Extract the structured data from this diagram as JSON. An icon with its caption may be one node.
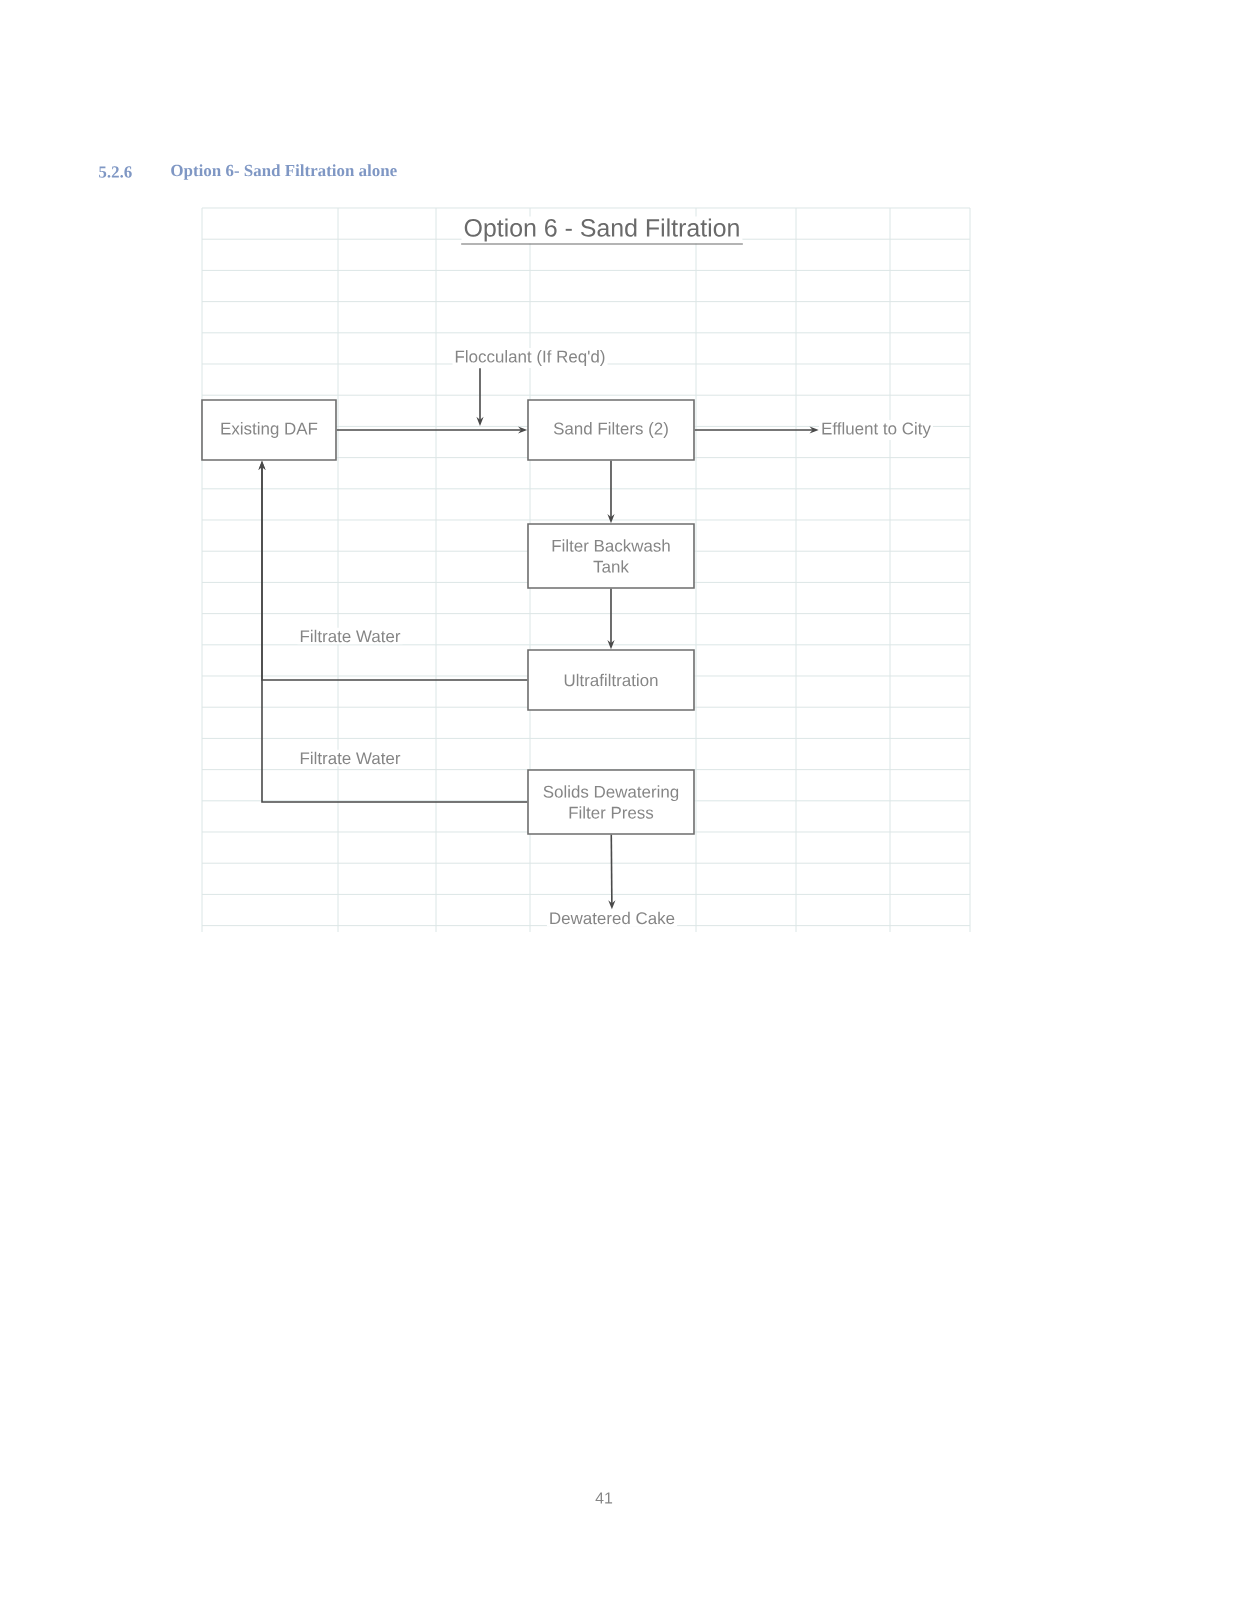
{
  "diagram": {
    "title": "Option 6 - Sand Filtration",
    "nodes": [
      {
        "text": [
          "Existing DAF"
        ]
      },
      {
        "text": [
          "Sand Filters (2)"
        ]
      },
      {
        "text": [
          "Effluent to City"
        ]
      },
      {
        "text": [
          "Flocculant (If Req'd)"
        ]
      },
      {
        "text": [
          "Filter Backwash Tank"
        ]
      },
      {
        "text": [
          "Ultrafiltration"
        ]
      },
      {
        "text": [
          "Solids Dewatering Filter Press"
        ]
      },
      {
        "text": [
          "Dewatered Cake"
        ]
      }
    ],
    "edges": [
      {
        "from": 0,
        "to": 1,
        "arrow": "to"
      },
      {
        "from": 3,
        "to": null,
        "arrow": "to"
      },
      {
        "from": 1,
        "to": 2,
        "arrow": "to"
      },
      {
        "from": 1,
        "to": 4,
        "arrow": "to"
      },
      {
        "from": 4,
        "to": 5,
        "arrow": "to"
      },
      {
        "from": 5,
        "to": 0,
        "arrow": "to",
        "label": "Filtrate Water"
      },
      {
        "from": 6,
        "to": 0,
        "arrow": "to",
        "label": "Filtrate Water"
      },
      {
        "from": 6,
        "to": 7,
        "arrow": "to"
      }
    ],
    "labels": [
      "5.2.6",
      "Option 6- Sand Filtration alone",
      "41"
    ]
  }
}
